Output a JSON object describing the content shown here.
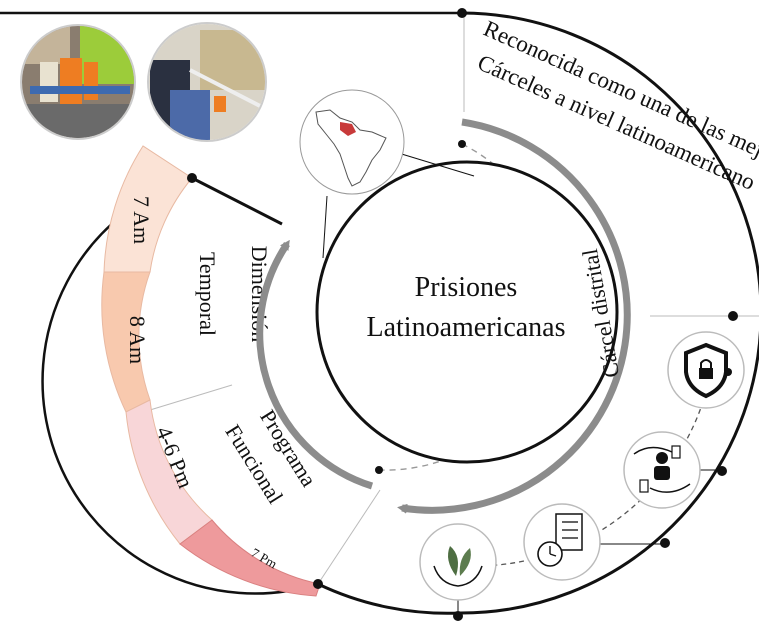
{
  "center": {
    "line1": "Prisiones",
    "line2": "Latinoamericanas"
  },
  "arc_label": "Cárcel distrital",
  "recognition": {
    "line1": "Reconocida como una de las mejores",
    "line2": "Cárceles a nivel latinoamericano"
  },
  "sections": {
    "temporal": {
      "line1": "Dimensión",
      "line2": "Temporal"
    },
    "funcional": {
      "line1": "Programa",
      "line2": "Funcional"
    }
  },
  "schedule": [
    "7 Am",
    "8 Am",
    "4-6 Pm",
    "7 Pm"
  ],
  "colors": {
    "band_7am": "#fbe3d6",
    "band_8am": "#f8c9ae",
    "band_46pm": "#f8d6d8",
    "band_7pm": "#ee9a9c",
    "arrow": "#8c8c8c",
    "line": "#111111"
  },
  "icons": [
    "map-latinamerica-icon",
    "shield-lock-icon",
    "hands-person-icon",
    "checklist-stopwatch-icon",
    "hands-plant-icon",
    "photo-inmates",
    "photo-corridor"
  ]
}
